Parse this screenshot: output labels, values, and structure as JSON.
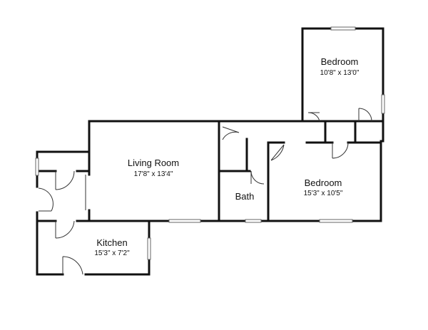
{
  "rooms": {
    "bedroom_upper": {
      "name": "Bedroom",
      "dimensions": "10'8\" x 13'0\""
    },
    "living_room": {
      "name": "Living Room",
      "dimensions": "17'8\" x 13'4\""
    },
    "bath": {
      "name": "Bath"
    },
    "bedroom_lower": {
      "name": "Bedroom",
      "dimensions": "15'3\" x 10'5\""
    },
    "kitchen": {
      "name": "Kitchen",
      "dimensions": "15'3\" x 7'2\""
    }
  }
}
